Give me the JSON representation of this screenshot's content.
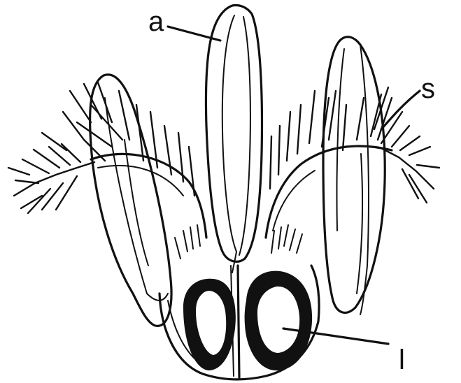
{
  "figure": {
    "labels": {
      "a": "a",
      "s": "s",
      "l": "l"
    },
    "ink_color": "#111111",
    "background_color": "#ffffff"
  }
}
